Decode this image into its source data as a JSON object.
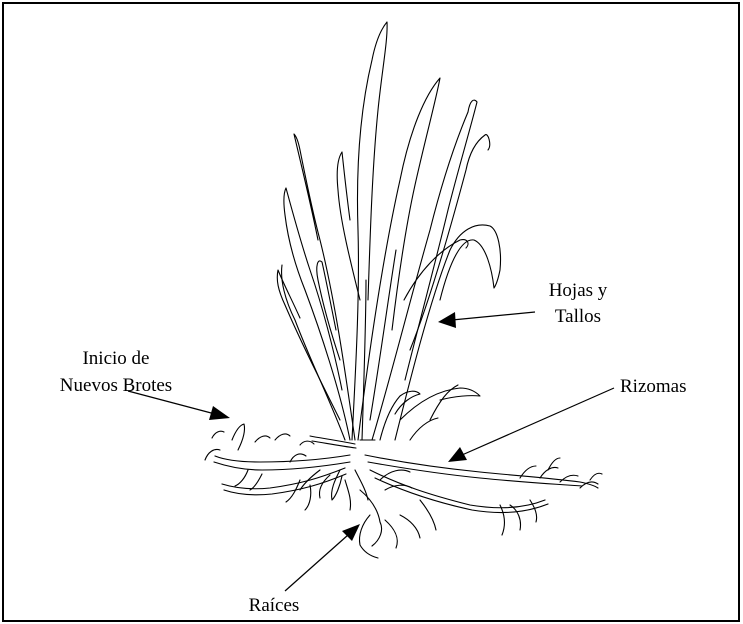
{
  "labels": {
    "hojas_line1": "Hojas y",
    "hojas_line2": "Tallos",
    "inicio_line1": "Inicio de",
    "inicio_line2": "Nuevos Brotes",
    "rizomas": "Rizomas",
    "raices": "Raíces"
  }
}
